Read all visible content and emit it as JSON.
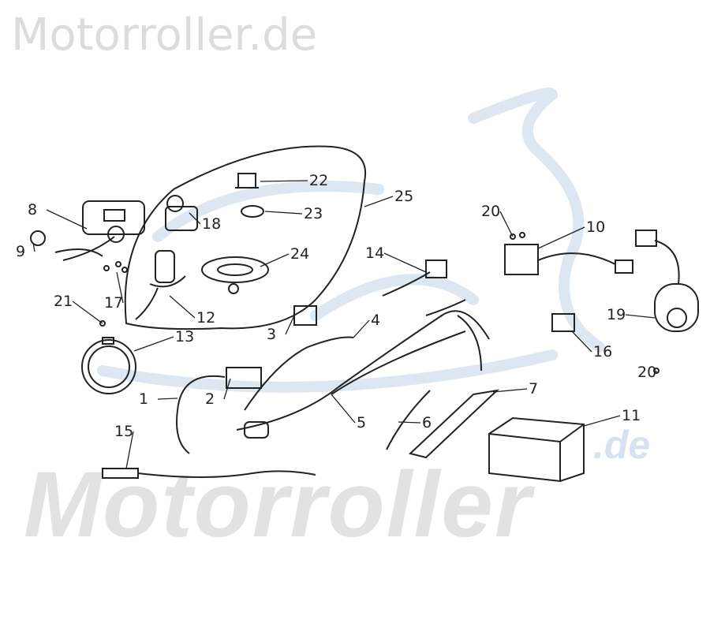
{
  "watermark": {
    "top_text": "Motorroller.de",
    "bottom_text": "Motorroller",
    "bottom_suffix": ".de",
    "swoosh_color": "#d6e2f0"
  },
  "callouts": [
    "22",
    "25",
    "23",
    "18",
    "24",
    "8",
    "9",
    "17",
    "21",
    "12",
    "13",
    "3",
    "4",
    "14",
    "20",
    "10",
    "19",
    "16",
    "20",
    "1",
    "2",
    "5",
    "6",
    "7",
    "11",
    "15"
  ],
  "colors": {
    "line": "#222222",
    "watermark_gray": "#dcdcdc",
    "watermark_blue": "#d6e2f0"
  }
}
